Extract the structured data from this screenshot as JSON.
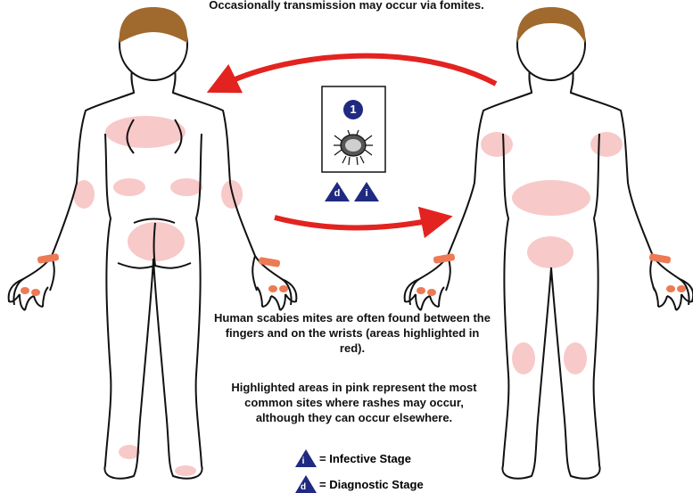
{
  "top_note": "Occasionally transmission may occur via fomites.",
  "stage_number": "1",
  "stage_badges": {
    "d": "d",
    "i": "i"
  },
  "mites_note": "Human scabies mites are often found between the fingers and on the wrists (areas highlighted in red).",
  "rash_note": "Highlighted areas in pink represent the most common sites where rashes may occur, although they can occur elsewhere.",
  "legend": [
    {
      "letter": "i",
      "label": "= Infective Stage"
    },
    {
      "letter": "d",
      "label": "= Diagnostic Stage"
    }
  ],
  "colors": {
    "hair": "#a0692d",
    "rash_pink": "#f8c9c9",
    "wrist_red": "#ec7a55",
    "arrow_red": "#e32320",
    "badge_navy": "#1f2a80",
    "outline": "#111111"
  }
}
